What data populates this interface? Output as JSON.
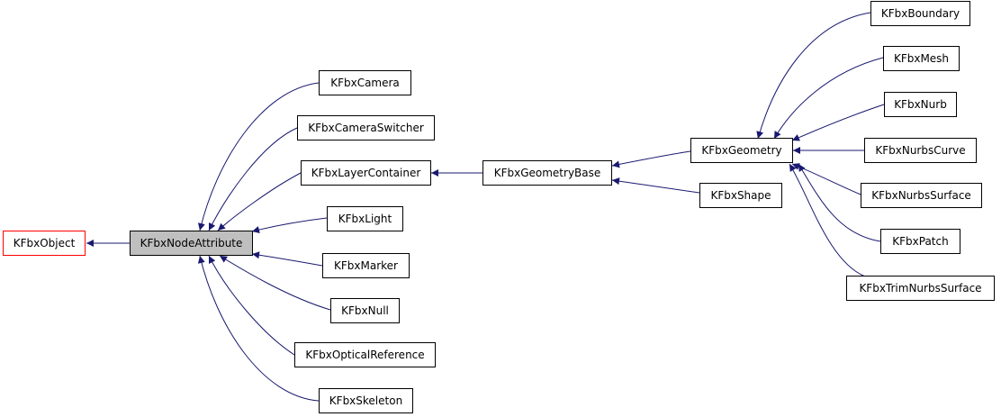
{
  "diagram": {
    "colors": {
      "edge": "#191970",
      "border": "#000000",
      "root_border": "#ff0000",
      "focus_fill": "#bfbfbf"
    },
    "nodes": {
      "kfbxobject": "KFbxObject",
      "kfbxnodeattribute": "KFbxNodeAttribute",
      "kfbxcamera": "KFbxCamera",
      "kfbxcameraswitcher": "KFbxCameraSwitcher",
      "kfbxlayercontainer": "KFbxLayerContainer",
      "kfbxlight": "KFbxLight",
      "kfbxmarker": "KFbxMarker",
      "kfbxnull": "KFbxNull",
      "kfbxopticalreference": "KFbxOpticalReference",
      "kfbxskeleton": "KFbxSkeleton",
      "kfbxgeometrybase": "KFbxGeometryBase",
      "kfbxgeometry": "KFbxGeometry",
      "kfbxshape": "KFbxShape",
      "kfbxboundary": "KFbxBoundary",
      "kfbxmesh": "KFbxMesh",
      "kfbxnurb": "KFbxNurb",
      "kfbxnurbscurve": "KFbxNurbsCurve",
      "kfbxnurbssurface": "KFbxNurbsSurface",
      "kfbxpatch": "KFbxPatch",
      "kfbxtrimnurbssurface": "KFbxTrimNurbsSurface"
    }
  }
}
